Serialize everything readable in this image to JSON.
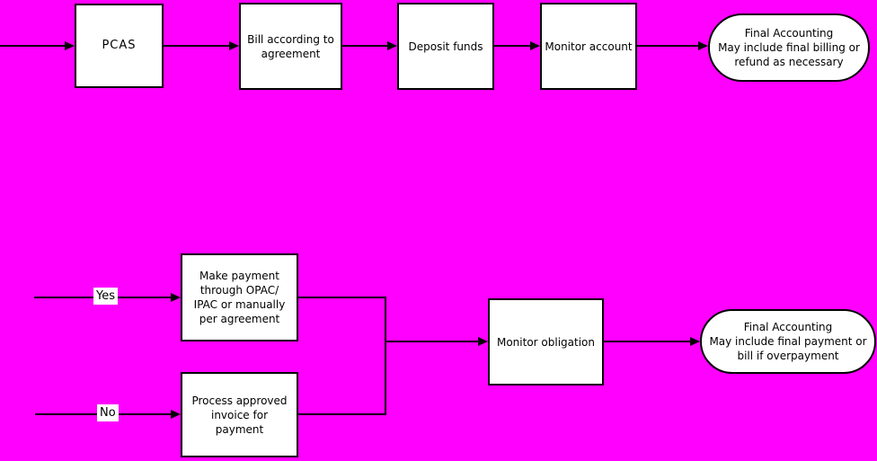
{
  "colors": {
    "background": "#FF00FF",
    "node_fill": "#FFFFFF",
    "node_border": "#000000",
    "line": "#000000",
    "text": "#000000"
  },
  "top_flow": {
    "pcas_label": "PCAS",
    "bill_label": "Bill according to\nagreement",
    "deposit_label": "Deposit funds",
    "monitor_account_label": "Monitor account",
    "final_accounting_label": "Final Accounting\nMay include final billing or\nrefund as necessary"
  },
  "bottom_flow": {
    "yes_label": "Yes",
    "make_payment_label": "Make payment\nthrough OPAC/\nIPAC or manually\nper agreement",
    "no_label": "No",
    "process_invoice_label": "Process approved\ninvoice for\npayment",
    "monitor_obligation_label": "Monitor obligation",
    "final_accounting_label": "Final Accounting\nMay include final payment or\nbill if overpayment"
  }
}
